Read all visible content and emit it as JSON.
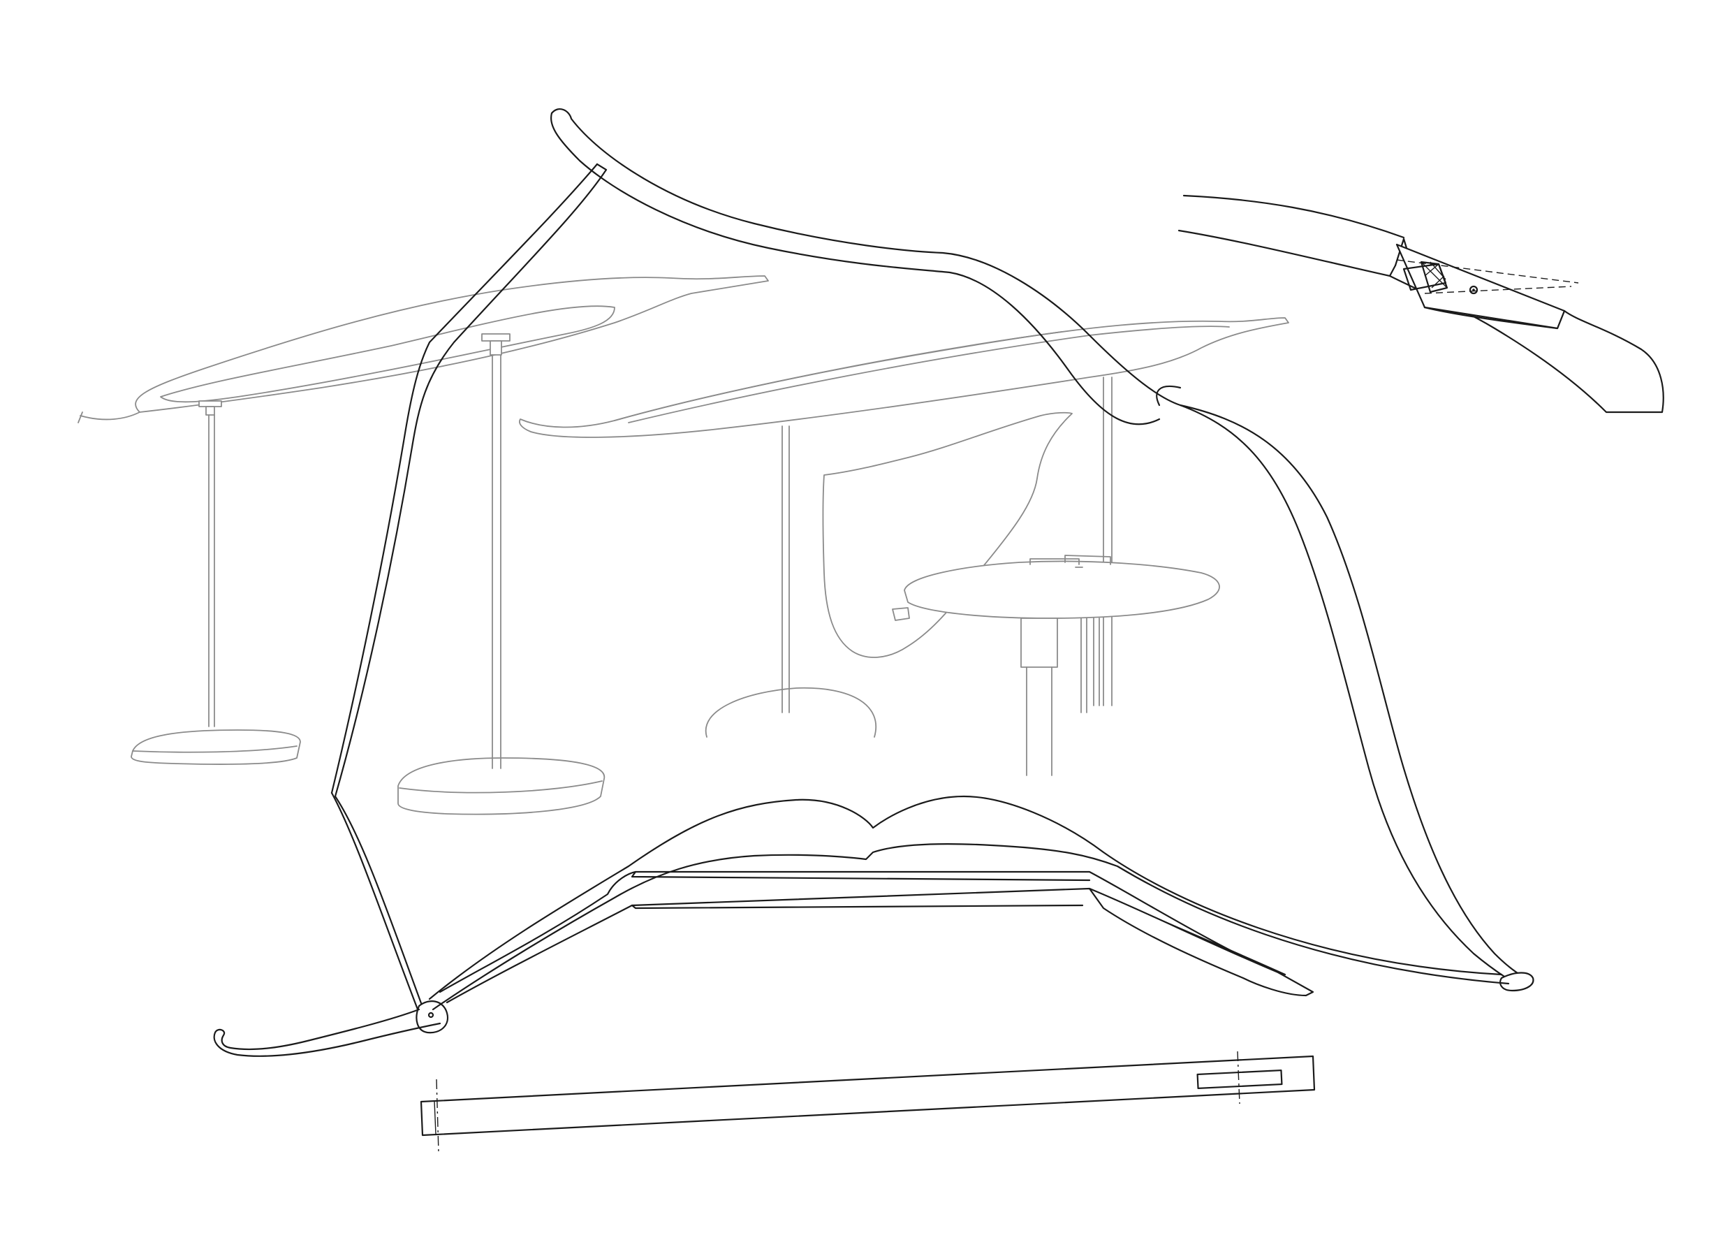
{
  "drawing": {
    "background": "#ffffff",
    "line_color": "#1a1a1a",
    "background_line_color": "#8a8a8a",
    "components": [
      "table-left",
      "table-middle",
      "table-right",
      "high-table",
      "hanging-panel",
      "bent-frame",
      "joint-detail",
      "flat-bar-detail"
    ]
  }
}
